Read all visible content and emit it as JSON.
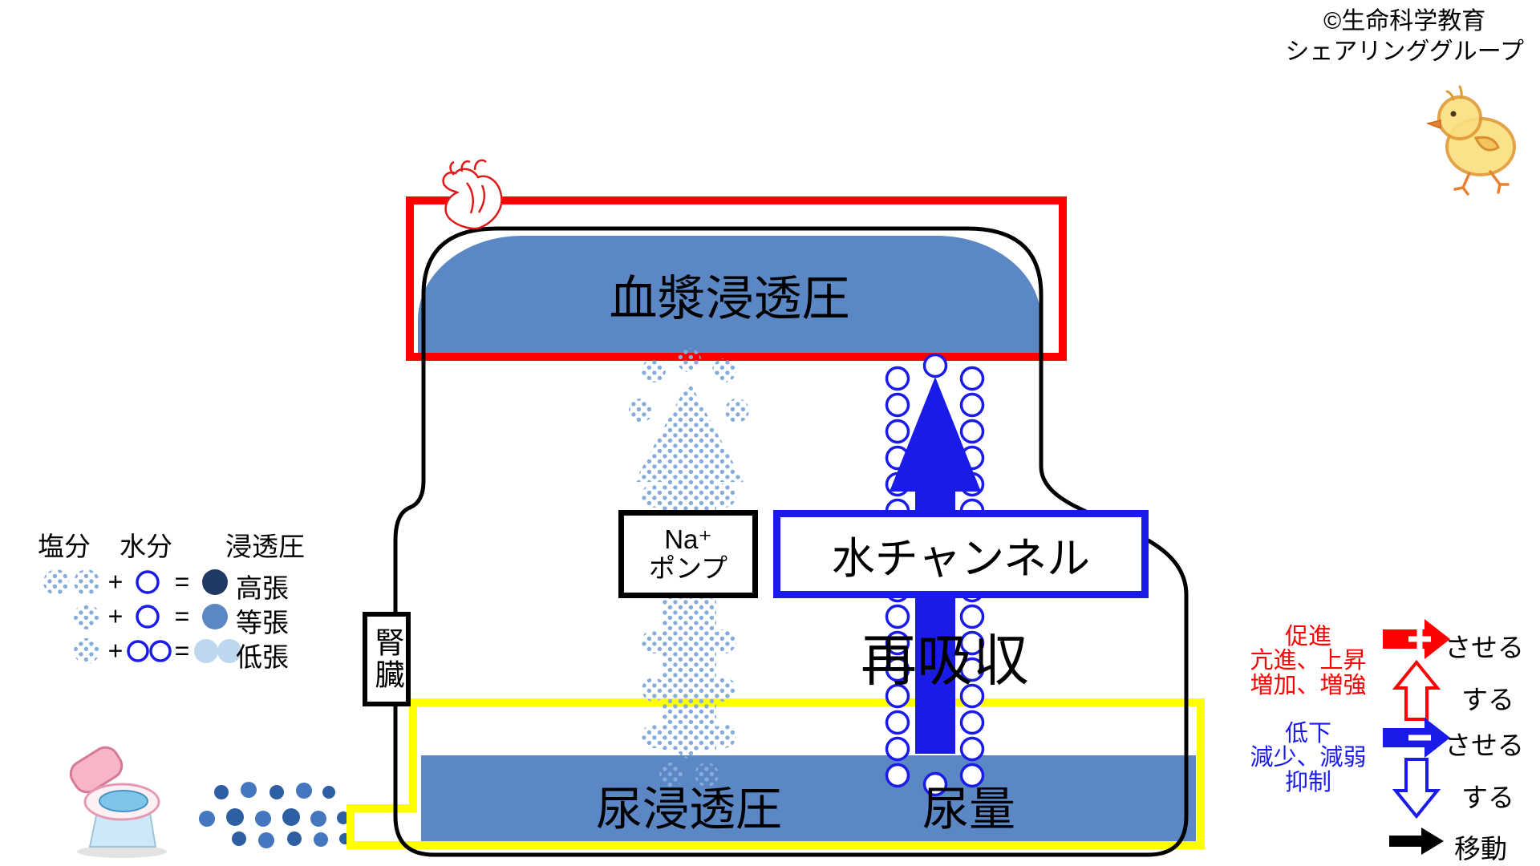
{
  "copyright": {
    "line1": "©生命科学教育",
    "line2": "シェアリンググループ"
  },
  "diagram": {
    "plasma_label": "血漿浸透圧",
    "kidney_label": "腎臓",
    "na_pump_line1": "Na⁺",
    "na_pump_line2": "ポンプ",
    "water_channel_label": "水チャンネル",
    "reabsorption_label": "再吸収",
    "urine_osmotic_label": "尿浸透圧",
    "urine_volume_label": "尿量"
  },
  "legend_left": {
    "headers": {
      "salt": "塩分",
      "water": "水分",
      "osmotic": "浸透圧"
    },
    "plus": "+",
    "equals": "=",
    "rows": [
      {
        "label": "高張"
      },
      {
        "label": "等張"
      },
      {
        "label": "低張"
      }
    ]
  },
  "legend_right": {
    "promote": {
      "title": "促進",
      "line2": "亢進、上昇",
      "line3": "増加、増強",
      "suffix_cause": "させる",
      "suffix_do": "する"
    },
    "suppress": {
      "title": "低下",
      "line2": "減少、減弱",
      "line3": "抑制",
      "suffix_cause": "させる",
      "suffix_do": "する"
    },
    "move_label": "移動"
  },
  "colors": {
    "red_border": "#ff0000",
    "blue_accent": "#1b1be9",
    "fluid_fill_blue": "#5b87c5",
    "yellow_border": "#ffff00",
    "salt_dot_blue": "#85acdb",
    "hypertonic": "#1f3864",
    "isotonic": "#5b87c5",
    "hypotonic": "#bdd7ee"
  }
}
